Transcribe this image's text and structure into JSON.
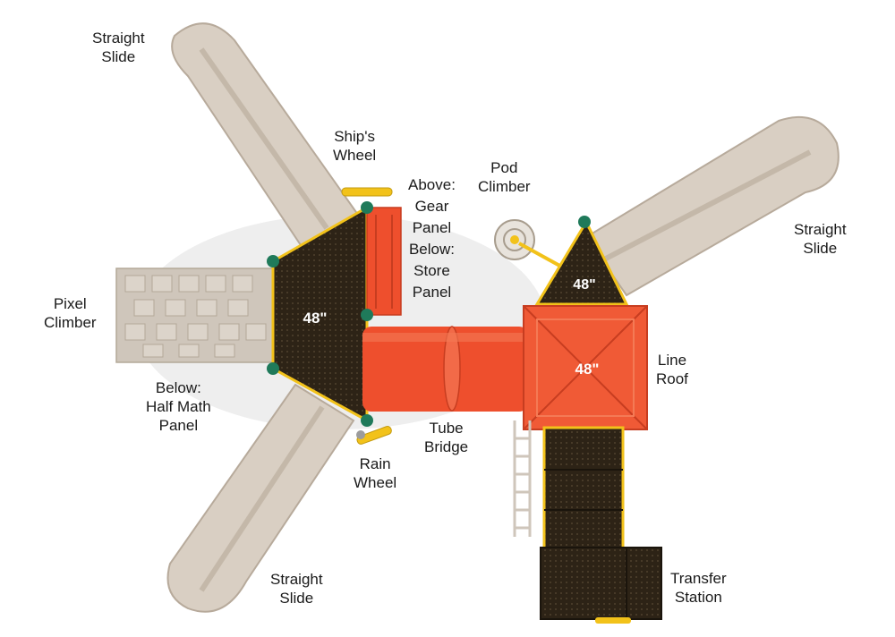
{
  "labels": {
    "straight_slide_top_left": [
      "Straight",
      "Slide"
    ],
    "ships_wheel": [
      "Ship's",
      "Wheel"
    ],
    "gear_store_panel": [
      "Above:",
      "Gear",
      "Panel",
      "Below:",
      "Store",
      "Panel"
    ],
    "pod_climber": [
      "Pod",
      "Climber"
    ],
    "straight_slide_right": [
      "Straight",
      "Slide"
    ],
    "pixel_climber": [
      "Pixel",
      "Climber"
    ],
    "half_math_panel": [
      "Below:",
      "Half Math",
      "Panel"
    ],
    "tube_bridge": [
      "Tube",
      "Bridge"
    ],
    "rain_wheel": [
      "Rain",
      "Wheel"
    ],
    "line_roof": [
      "Line",
      "Roof"
    ],
    "straight_slide_bottom": [
      "Straight",
      "Slide"
    ],
    "transfer_station": [
      "Transfer",
      "Station"
    ]
  },
  "decks": {
    "left_deck": "48\"",
    "right_deck": "48\"",
    "roof_deck": "48\""
  },
  "colors": {
    "slide": "#d9cfc3",
    "slide_edge": "#b7aa9b",
    "deck": "#2d2316",
    "roof": "#f05a36",
    "roof_light": "#f47a55",
    "tube": "#ee4f2d",
    "post": "#f2c21a",
    "clamp": "#1f7a5a",
    "climber": "#cfc6bb"
  }
}
